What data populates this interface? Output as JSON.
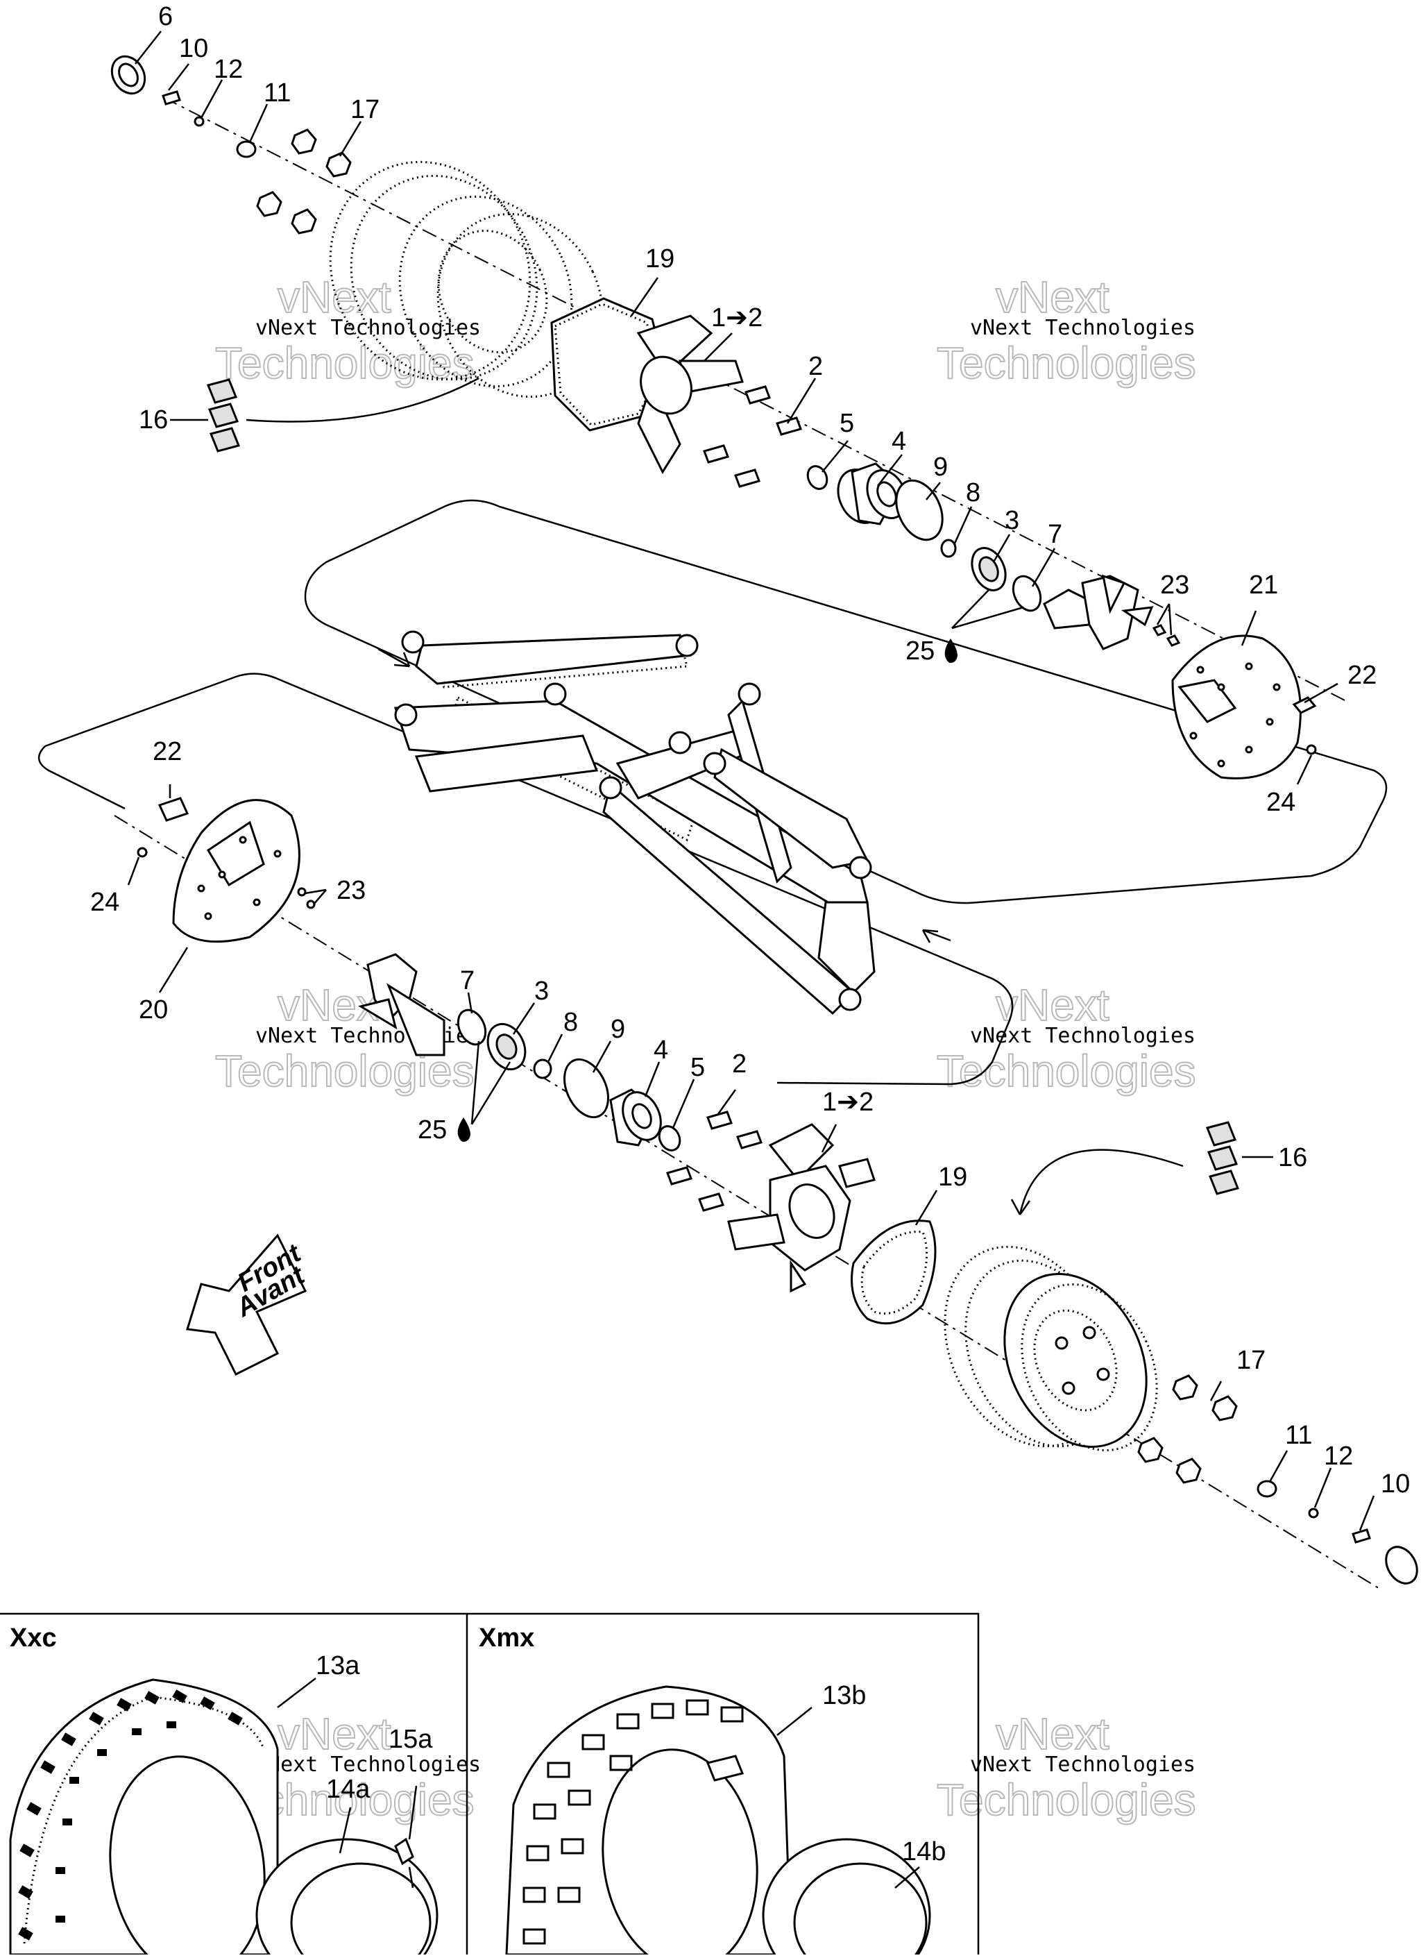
{
  "watermark": {
    "line1": "vNext Technologies",
    "line2_top": "vNext",
    "line2_bottom": "Technologies"
  },
  "callouts": {
    "c1": "6",
    "c2": "10",
    "c3": "12",
    "c4": "11",
    "c5": "17",
    "c6": "19",
    "c7": "1➔2",
    "c8": "16",
    "c9": "2",
    "c10": "5",
    "c11": "4",
    "c12": "9",
    "c13": "8",
    "c14": "3",
    "c15": "7",
    "c16": "25",
    "c17": "23",
    "c18": "21",
    "c19": "22",
    "c20": "24",
    "c21": "22",
    "c22": "24",
    "c23": "23",
    "c24": "20",
    "c25": "7",
    "c26": "3",
    "c27": "8",
    "c28": "9",
    "c29": "4",
    "c30": "5",
    "c31": "2",
    "c32": "1➔2",
    "c33": "25",
    "c34": "19",
    "c35": "16",
    "c36": "17",
    "c37": "11",
    "c38": "12",
    "c39": "10",
    "c40": "13a",
    "c41": "15a",
    "c42": "14a",
    "c43": "13b",
    "c44": "14b"
  },
  "arrow_sign": {
    "line1": "Front",
    "line2": "Avant"
  },
  "panels": {
    "left_title": "Xxc",
    "right_title": "Xmx"
  }
}
